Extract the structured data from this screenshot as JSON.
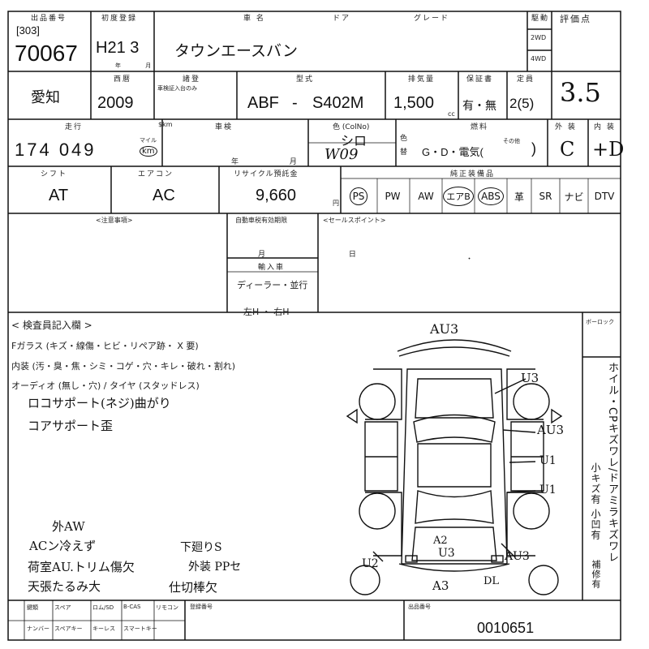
{
  "header": {
    "lot_label": "出品番号",
    "lot_sub": "[303]",
    "lot_no": "70067",
    "first_reg_label": "初度登録",
    "first_reg": "H21 3",
    "first_reg_unit": "年 月",
    "model_name_label": "車 名",
    "door_label": "ドア",
    "grade_label": "グレード",
    "model_name": "タウンエースバン",
    "drive_label": "駆動",
    "drive_2wd": "2WD",
    "drive_4wd": "4WD",
    "score_label": "評価点",
    "score": "3.5"
  },
  "row2": {
    "region": "愛知",
    "year_label": "西暦",
    "year": "2009",
    "cert_label": "諸登",
    "cert_sub": "車検証入台のみ",
    "type_label": "型式",
    "type_prefix": "ABF",
    "type_dash": "-",
    "type_code": "S402M",
    "cc_label": "排気量",
    "cc": "1,500",
    "cc_unit": "cc",
    "warranty_label": "保証書",
    "warranty": "有・無",
    "capacity_label": "定員",
    "capacity": "2(5)"
  },
  "row3": {
    "mileage_label": "走行",
    "mileage_unit_label": "$km",
    "mileage": "174 049",
    "mileage_unit": "km",
    "mileage_mile": "マイル",
    "inspection_label": "車検",
    "inspection_unit": "年 月",
    "color_label": "色 (ColNo)",
    "color": "シロ",
    "color_code": "W09",
    "color_change": "色 替",
    "fuel_label": "燃料",
    "fuel": "G・D・電気(",
    "fuel_other": "その他",
    "fuel_close": ")",
    "exterior_label": "外 装",
    "exterior": "C",
    "interior_label": "内 装",
    "interior": "+D"
  },
  "row4": {
    "shift_label": "シフト",
    "shift": "AT",
    "ac_label": "エアコン",
    "ac": "AC",
    "recycle_label": "リサイクル預託金",
    "recycle": "9,660",
    "recycle_unit": "円",
    "equipment_label": "純正装備品",
    "equipment": [
      {
        "label": "PS",
        "on": true
      },
      {
        "label": "PW",
        "on": false
      },
      {
        "label": "AW",
        "on": false
      },
      {
        "label": "エアB",
        "on": true
      },
      {
        "label": "ABS",
        "on": true
      },
      {
        "label": "革",
        "on": false
      },
      {
        "label": "SR",
        "on": false
      },
      {
        "label": "ナビ",
        "on": false
      },
      {
        "label": "DTV",
        "on": false
      }
    ]
  },
  "notes": {
    "caution_label": "<注意事項>",
    "expiry_label": "自動車税有効期限",
    "expiry_unit": "月 日",
    "import_label": "輸入車",
    "import_value": "ディーラー・並行",
    "steering": "左H ・ 右H",
    "sales_label": "<セールスポイント>",
    "dot": "・"
  },
  "inspector": {
    "title": "< 検査員記入欄 >",
    "glass_line": "Fガラス (キズ・線傷・ヒビ・リペア跡・ X 要)",
    "interior_line": "内装 (汚・臭・焦・シミ・コゲ・穴・キレ・破れ・割れ)",
    "audio_line": "オーディオ (無し・穴) / タイヤ (スタッドレス)",
    "note1": "ロコサポート(ネジ)曲がり",
    "note2": "コアサポート歪",
    "note3": "外AW",
    "note4": "ACン冷えず",
    "note5": "下廻りS",
    "note6": "荷室AU.トリム傷欠",
    "note7": "外装 PPセ",
    "note8": "天張たるみ大",
    "note9": "仕切棒欠",
    "dealer_label": "ボーロック",
    "right_vert_1": "ホイル・CPキズワレ/ドアミラキズワレ",
    "right_vert_2": "小キズ有 小凹有",
    "right_vert_3": "補修有"
  },
  "diagram": {
    "top": "AU3",
    "right_top": "U3",
    "right_au": "AU3",
    "right_u1a": "U1",
    "right_u1b": "U1",
    "bottom_left": "U2",
    "bottom_a2": "A2",
    "bottom_u3": "U3",
    "bottom_au3": "AU3",
    "bottom_a3": "A3",
    "bottom_dl": "DL"
  },
  "footer": {
    "col1": [
      "鍵類",
      "ナンバー"
    ],
    "col2": [
      "スペア",
      "スペアキー"
    ],
    "col3": [
      "ロム/SD",
      "キーレス"
    ],
    "col4": [
      "B-CAS",
      "スマートキー"
    ],
    "col5": [
      "リモコン",
      ""
    ],
    "reg_no_label": "登録番号",
    "trans_no_label": "出品番号",
    "trans_no": "0010651"
  }
}
